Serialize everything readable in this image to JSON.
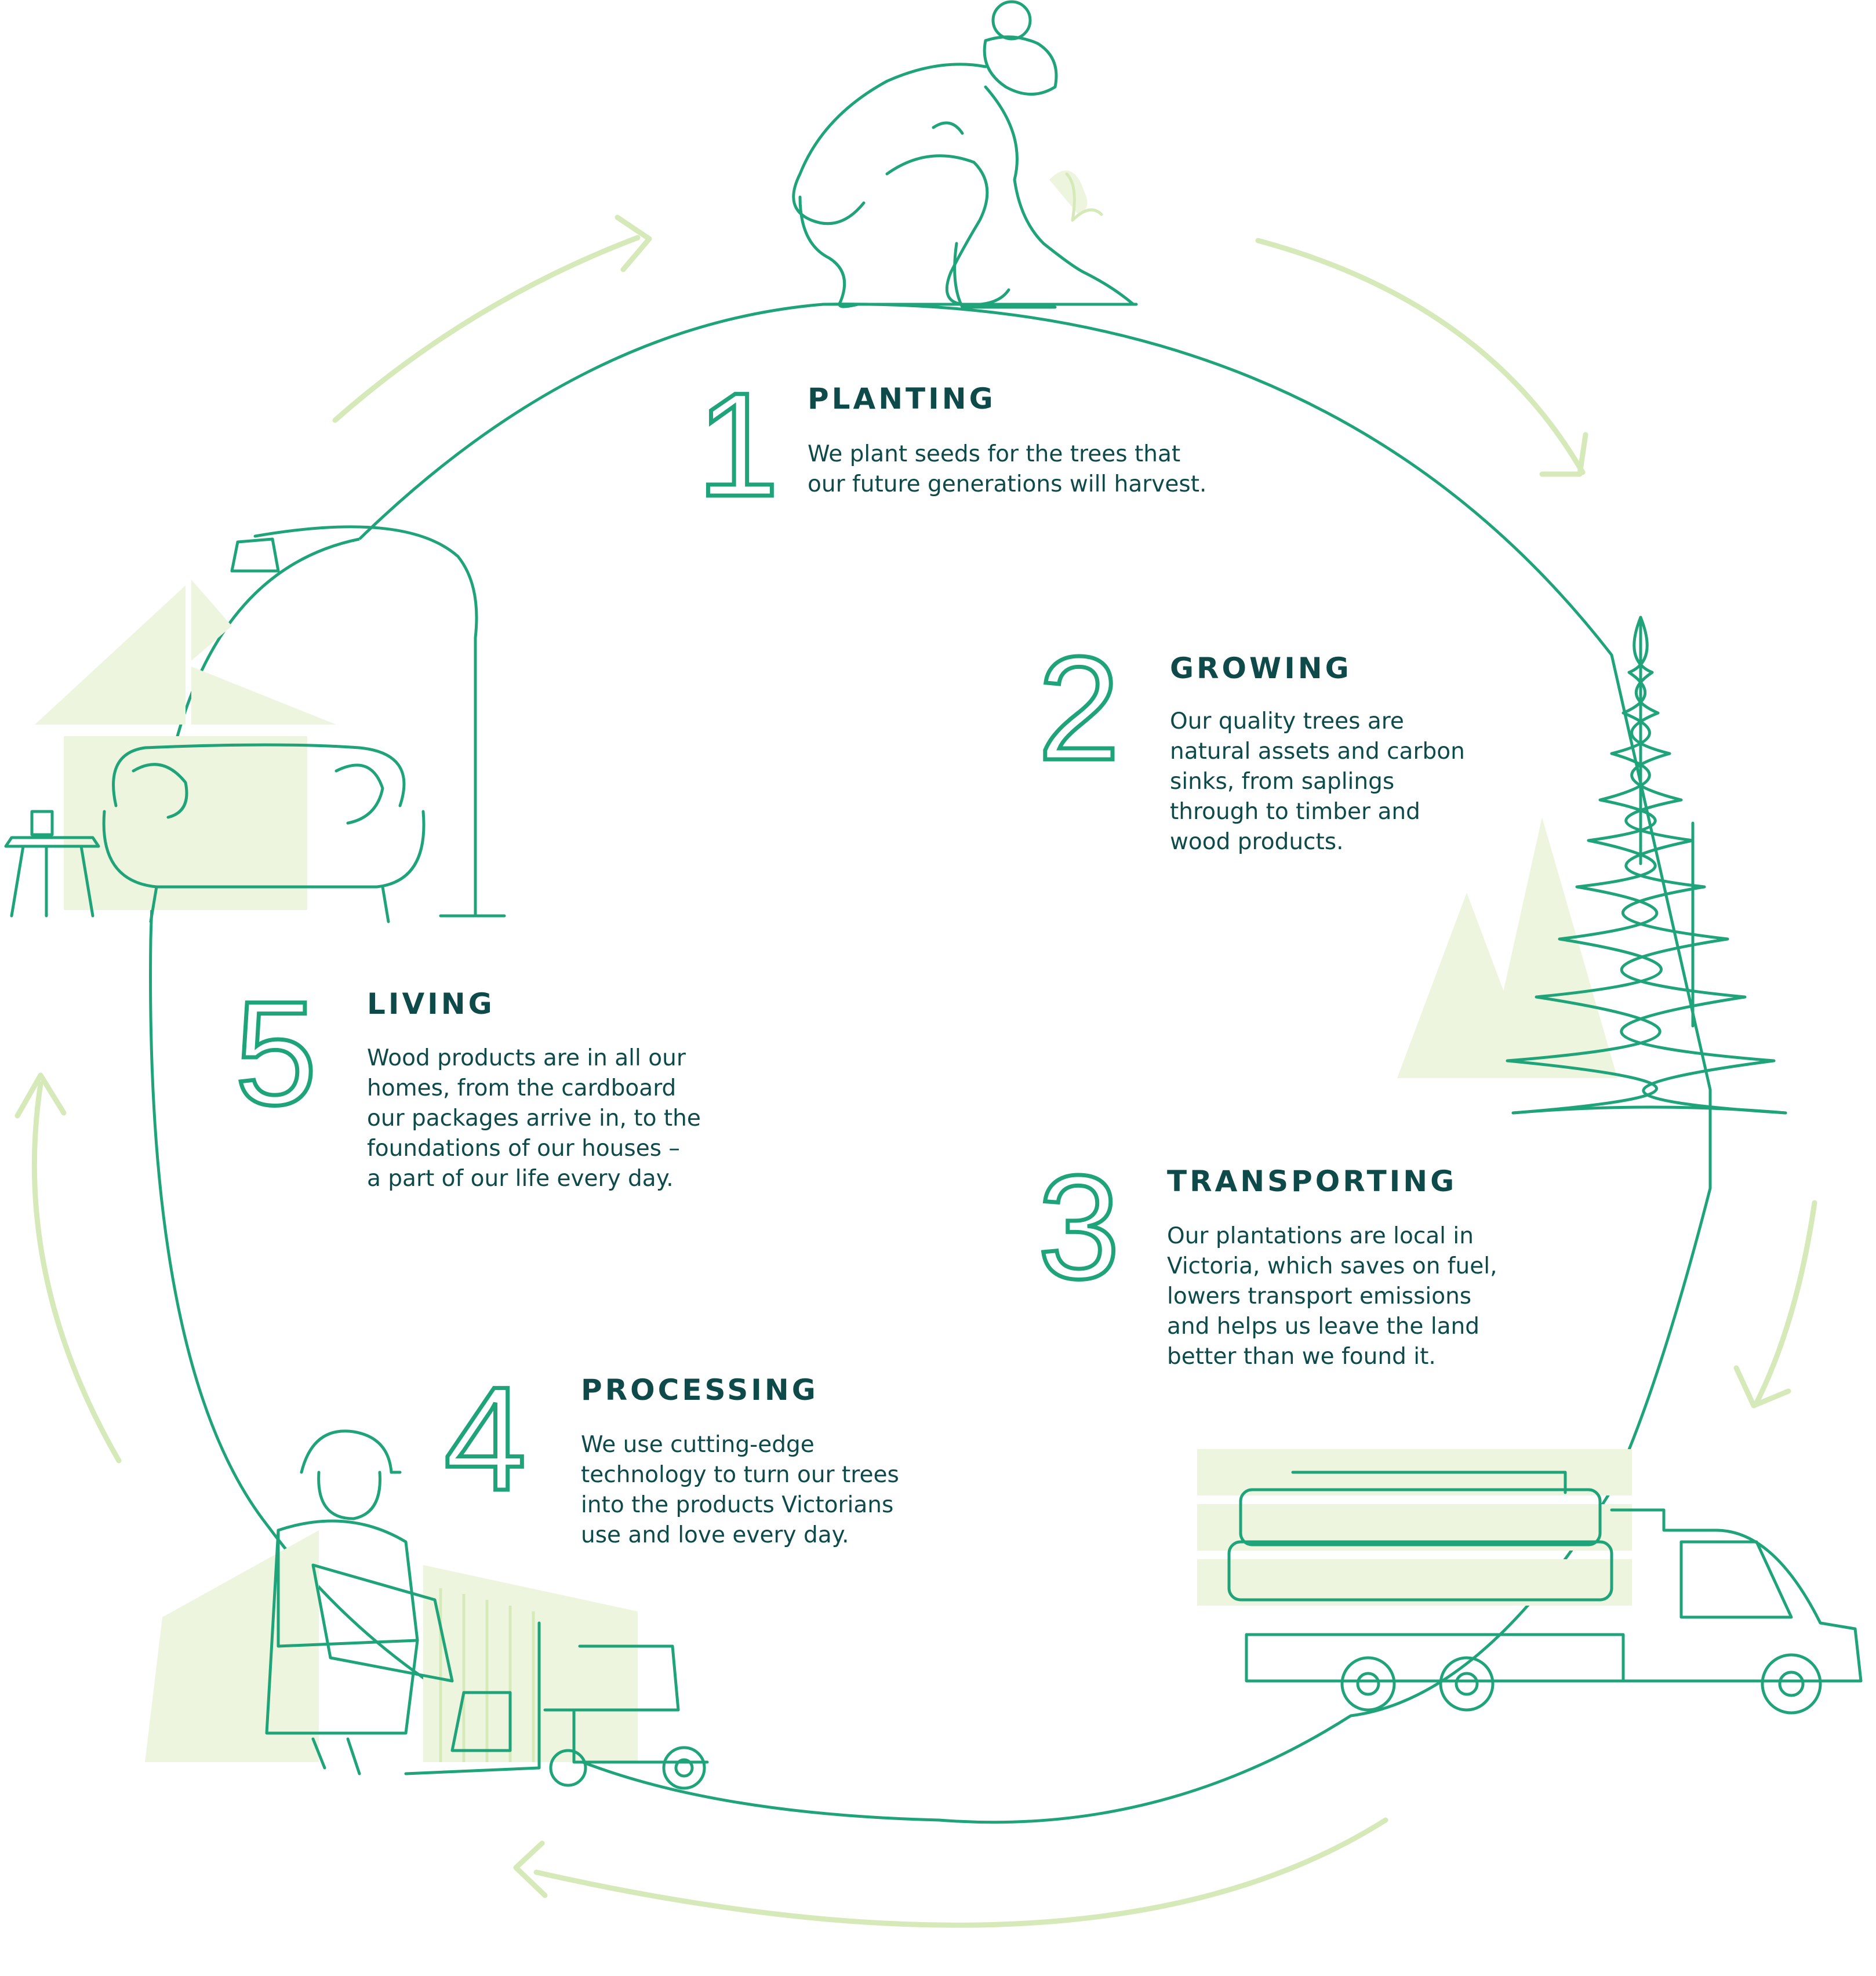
{
  "colors": {
    "ring": "#1fa378",
    "arrow": "#d6e9b8",
    "fill": "#eef5df",
    "text": "#0e4a4a",
    "number": "#1fa378"
  },
  "steps": [
    {
      "number": "1",
      "title": "PLANTING",
      "lines": [
        "We plant seeds for the trees that",
        "our future generations will harvest."
      ],
      "icon": "planting-person-icon"
    },
    {
      "number": "2",
      "title": "GROWING",
      "lines": [
        "Our quality trees are",
        "natural assets and carbon",
        "sinks, from saplings",
        "through to timber and",
        "wood products."
      ],
      "icon": "tree-icon"
    },
    {
      "number": "3",
      "title": "TRANSPORTING",
      "lines": [
        "Our plantations are local in",
        "Victoria, which saves on fuel,",
        "lowers transport emissions",
        "and helps us leave the land",
        "better than we found it."
      ],
      "icon": "log-truck-icon"
    },
    {
      "number": "4",
      "title": "PROCESSING",
      "lines": [
        "We use cutting-edge",
        "technology to turn our trees",
        "into the products Victorians",
        "use and love every day."
      ],
      "icon": "worker-forklift-icon"
    },
    {
      "number": "5",
      "title": "LIVING",
      "lines": [
        "Wood products are in all our",
        "homes, from the cardboard",
        "our packages arrive in, to the",
        "foundations of our houses –",
        "a part of our life every day."
      ],
      "icon": "living-room-icon"
    }
  ]
}
